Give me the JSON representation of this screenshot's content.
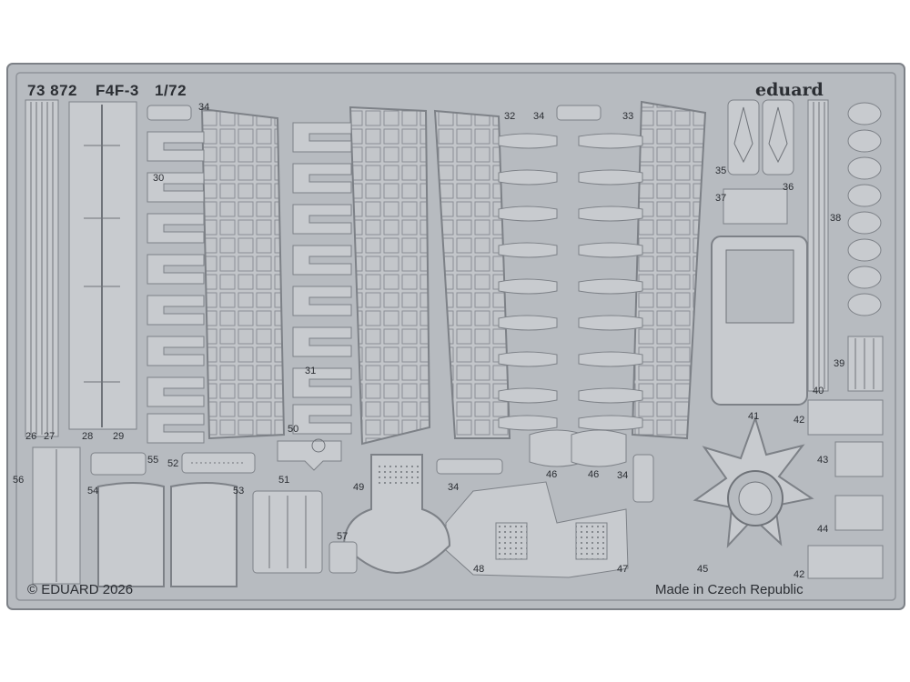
{
  "header": {
    "set_number": "73 872",
    "model": "F4F-3",
    "scale": "1/72"
  },
  "brand": "eduard",
  "footer": {
    "copyright": "© EDUARD 2026",
    "origin": "Made in Czech Republic"
  },
  "part_numbers": [
    "26",
    "27",
    "28",
    "29",
    "30",
    "31",
    "32",
    "33",
    "34",
    "34",
    "34",
    "34",
    "35",
    "36",
    "37",
    "38",
    "39",
    "40",
    "41",
    "42",
    "42",
    "43",
    "44",
    "45",
    "46",
    "46",
    "47",
    "48",
    "49",
    "50",
    "51",
    "52",
    "53",
    "54",
    "55",
    "56",
    "57"
  ],
  "colors": {
    "fret": "#b7bbc0",
    "edge": "#7d8187",
    "part": "#c8cbcf",
    "ink": "#2b2e33",
    "background": "#ffffff"
  }
}
